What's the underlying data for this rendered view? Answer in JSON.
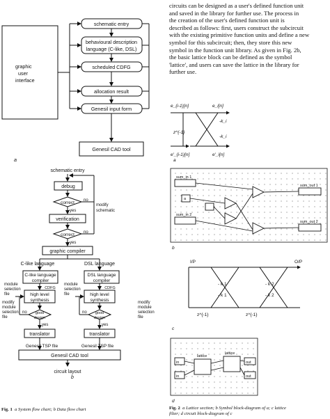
{
  "paragraph": {
    "lines": [
      "circuits can be designed as a user's defined function unit",
      "and saved in the library for further use. The process in",
      "the creation of the user's defined function unit is",
      "described as follows: first, users construct the subcircuit",
      "with the existing primitive function units and define a new",
      "symbol for this subcircuit; then, they store this new",
      "symbol in the function unit library. As given in Fig. 2b,",
      "the basic lattice block can be defined as the symbol",
      "'lattice', and users can save the lattice in the library for",
      "further use."
    ]
  },
  "fig1a": {
    "gui_label_lines": [
      "graphic",
      "user",
      "interface"
    ],
    "boxes": [
      "schematic entry",
      "behavioural description",
      "language (C-like, DSL)",
      "scheduled CDFG",
      "allocation result",
      "Genesil input form",
      "Genesil CAD tool"
    ],
    "sublabel": "a"
  },
  "fig1b": {
    "top_label": "schematic entry",
    "debug": "debug",
    "correct": "correct",
    "verification": "verification",
    "modify_schematic": [
      "modify",
      "schematic"
    ],
    "yes": "yes",
    "no": "no",
    "graphic_compiler": "graphic compiler",
    "c_like_language": "C-like language",
    "dsl_language": "DSL language",
    "c_compiler": [
      "C-like language",
      "compiler"
    ],
    "dsl_compiler": [
      "DSL language",
      "compiler"
    ],
    "cdfg": "CDFG",
    "hls": [
      "high level",
      "synthesis"
    ],
    "module_selection_file": [
      "module",
      "selection",
      "file"
    ],
    "modify_module_selection_file": [
      "modify",
      "module",
      "selection",
      "file"
    ],
    "good_design": [
      "good",
      "design"
    ],
    "translator": "translator",
    "tsp_file": "Genesil TSP file",
    "genesil_cad": "Genesil CAD tool",
    "circuit_layout": "circuit layout",
    "sublabel": "b"
  },
  "fig1_caption": {
    "label": "Fig. 1",
    "text": "a System flow chart;  b Data flow chart"
  },
  "fig2a": {
    "e_in": "e_{i-1}[n]",
    "e_out": "e_i[n]",
    "ep_in": "e'_{i-1}[n]",
    "ep_out": "e'_i[n]",
    "ki_top": "-k_i",
    "ki_bot": "-k_i",
    "zinv": "z^{-1}",
    "sublabel": "a"
  },
  "fig2b": {
    "in1": "sum_in 1",
    "in2": "sum_in 2",
    "a": "a",
    "out1": "sum_out 1",
    "out2": "sum_out 2",
    "sublabel": "b"
  },
  "fig2c": {
    "ip": "I/P",
    "op": "O/P",
    "k1a": "- k 1",
    "k1b": "- k 1",
    "k2a": "- k 2",
    "k2b": "- k 2",
    "z1": "z^{-1}",
    "z2": "z^{-1}",
    "sublabel": "c"
  },
  "fig2d": {
    "lattice1": "lattice",
    "lattice2": "lattice",
    "in_a": "in",
    "in_b": "in",
    "out_a": "out",
    "out_b": "out",
    "sublabel": "d"
  },
  "fig2_caption": {
    "label": "Fig. 2",
    "line1": "a Lattice section;  b Symbol block-diagram of a;  c lattice",
    "line2": "filter;  d circuit block-diagram of c"
  }
}
